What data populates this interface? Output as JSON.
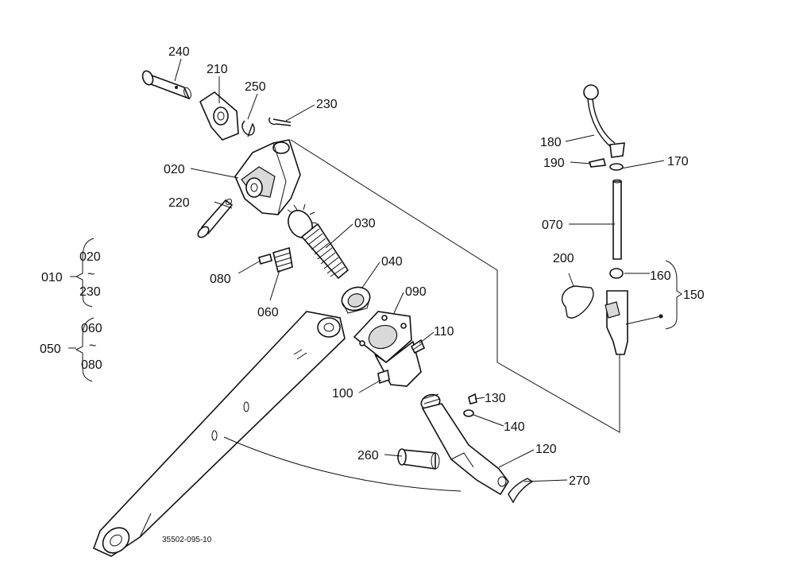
{
  "diagram": {
    "drawing_number": "35502-095-10",
    "callouts": {
      "p240": "240",
      "p210": "210",
      "p250": "250",
      "p230": "230",
      "p020": "020",
      "p220": "220",
      "p030": "030",
      "p080": "080",
      "p060": "060",
      "p040": "040",
      "p090": "090",
      "p110": "110",
      "p100": "100",
      "p130": "130",
      "p140": "140",
      "p260": "260",
      "p120": "120",
      "p270": "270",
      "p180": "180",
      "p190": "190",
      "p170": "170",
      "p070": "070",
      "p200": "200",
      "p160": "160",
      "p150": "150"
    },
    "groups": {
      "g010": {
        "id": "010",
        "from": "020",
        "sep": "~",
        "to": "230"
      },
      "g050": {
        "id": "050",
        "from": "060",
        "sep": "~",
        "to": "080"
      }
    }
  }
}
